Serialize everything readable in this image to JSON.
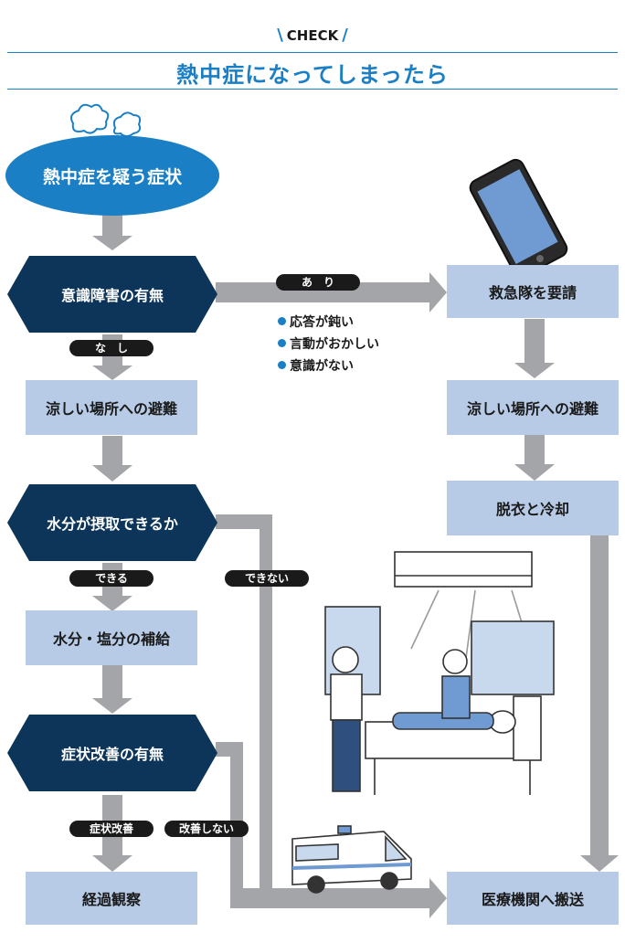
{
  "header": {
    "check": "CHECK",
    "title": "熱中症になってしまったら"
  },
  "nodes": {
    "start": "熱中症を疑う症状",
    "q_consciousness": "意識障害の有無",
    "call_ambulance": "救急隊を要請",
    "evacuate_left": "涼しい場所への避難",
    "evacuate_right": "涼しい場所への避難",
    "q_water": "水分が摂取できるか",
    "undress_cool": "脱衣と冷却",
    "supply": "水分・塩分の補給",
    "q_improve": "症状改善の有無",
    "observe": "経過観察",
    "hospital": "医療機関へ搬送"
  },
  "labels": {
    "yes": "あ　り",
    "no": "な　し",
    "can": "できる",
    "cannot": "できない",
    "improved": "症状改善",
    "not_improved": "改善しない"
  },
  "symptoms": [
    "応答が鈍い",
    "言動がおかしい",
    "意識がない"
  ],
  "colors": {
    "accent": "#1a7fc4",
    "decision": "#0d3559",
    "box": "#b7cbe6",
    "arrow": "#a3a5a8"
  }
}
